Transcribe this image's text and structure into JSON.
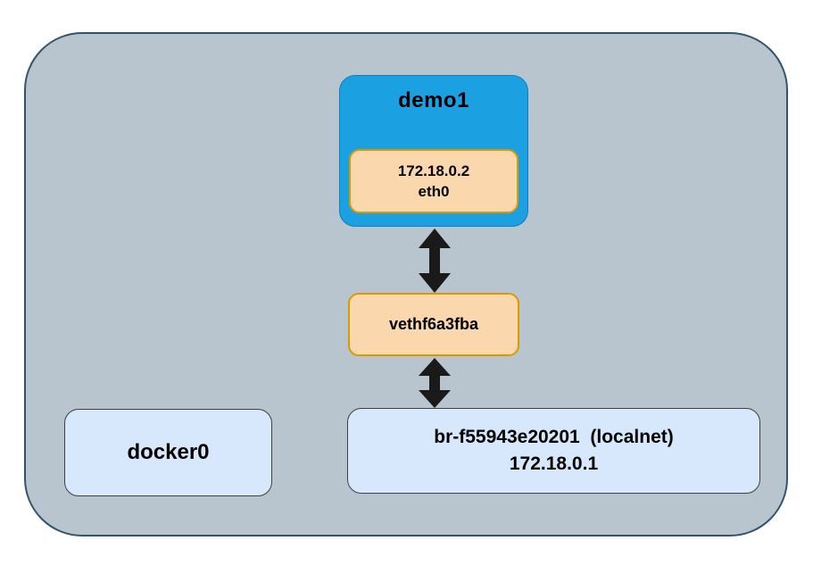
{
  "host": {
    "container": {
      "name": "demo1",
      "interface": {
        "ip": "172.18.0.2",
        "name": "eth0"
      }
    },
    "veth": {
      "name": "vethf6a3fba"
    },
    "docker0": {
      "name": "docker0"
    },
    "bridge": {
      "name": "br-f55943e20201  (localnet)",
      "ip": "172.18.0.1"
    }
  },
  "icons": {
    "link_arrow": "double-headed-vertical-arrow"
  },
  "colors": {
    "host_fill": "#b8c4ce",
    "host_border": "#33536b",
    "container_fill": "#1ba1e2",
    "container_border": "#0f7fbe",
    "interface_fill": "#fad7ac",
    "interface_border": "#d79b00",
    "bridge_fill": "#d7e8fc",
    "bridge_border": "#404040",
    "arrow": "#1a1a1a",
    "text": "#000000"
  }
}
